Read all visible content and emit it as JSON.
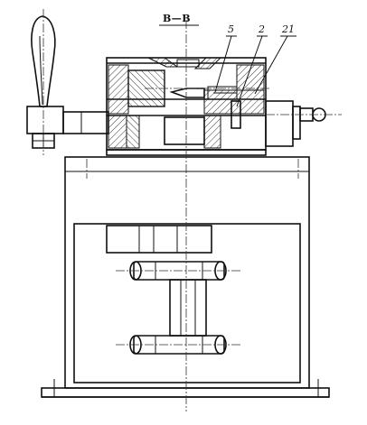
{
  "section_label": "B—B",
  "callouts": [
    "5",
    "2",
    "21"
  ]
}
